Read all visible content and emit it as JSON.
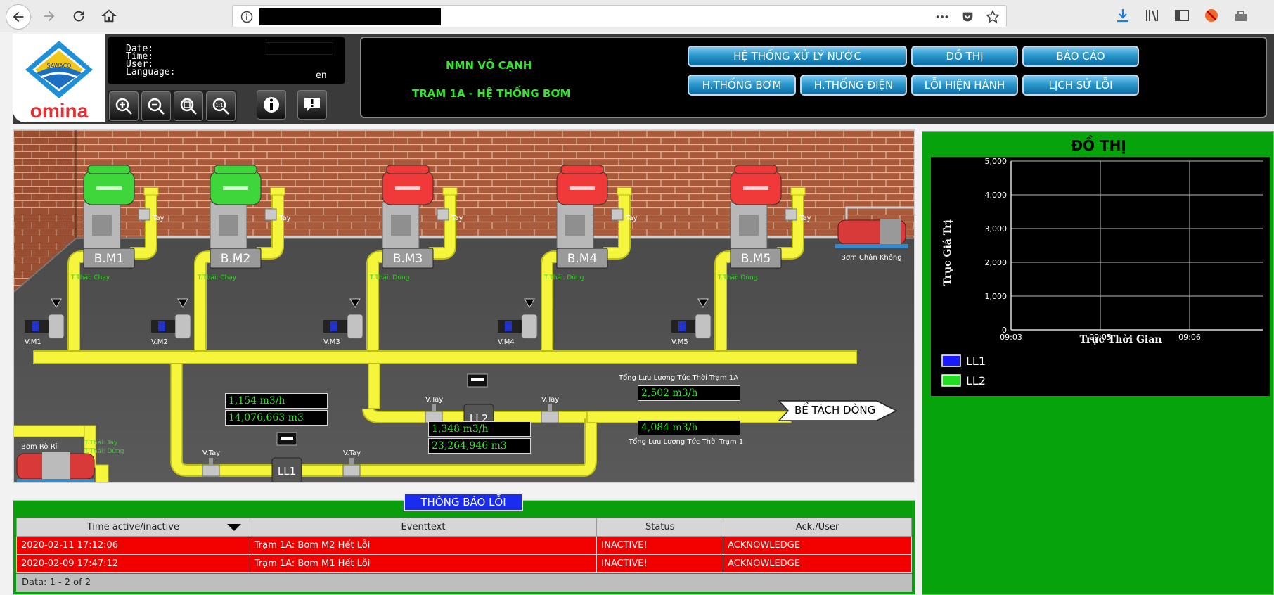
{
  "header": {
    "logo_text": "omina",
    "logo_badge": "SAWACO",
    "info": {
      "date_label": "Date:",
      "time_label": "Time:",
      "user_label": "User:",
      "language_label": "Language:",
      "language_value": "en"
    },
    "station_name": "NMN VÕ CẠNH",
    "station_sub": "TRẠM 1A - HỆ THỐNG BƠM",
    "nav": {
      "water_system": "HỆ THỐNG XỬ LÝ NƯỚC",
      "chart": "ĐỒ THỊ",
      "report": "BÁO CÁO",
      "pump_system": "H.THỐNG BƠM",
      "power_system": "H.THỐNG ĐIỆN",
      "current_errors": "LỖI HIỆN HÀNH",
      "error_history": "LỊCH SỬ LỖI"
    }
  },
  "process": {
    "pumps": [
      {
        "label": "B.M1",
        "status": "T.Thái: Chạy",
        "valve": "V.M1",
        "tay": "Tay",
        "color": "#3ed63a"
      },
      {
        "label": "B.M2",
        "status": "T.Thái: Chạy",
        "valve": "V.M2",
        "tay": "Tay",
        "color": "#3ed63a"
      },
      {
        "label": "B.M3",
        "status": "T.Thái: Dừng",
        "valve": "V.M3",
        "tay": "Tay",
        "color": "#f03a3a"
      },
      {
        "label": "B.M4",
        "status": "T.Thái: Dừng",
        "valve": "V.M4",
        "tay": "Tay",
        "color": "#f03a3a"
      },
      {
        "label": "B.M5",
        "status": "T.Thái: Dừng",
        "valve": "V.M5",
        "tay": "Tay",
        "color": "#f03a3a"
      }
    ],
    "vacuum_pump": "Bơm Chân Không",
    "leak_pump": "Bơm Rò Rỉ",
    "leak_status_1": "T.Thái: Tay",
    "leak_status_2": "T.Thái: Dừng",
    "vtay_labels": [
      "V.Tay",
      "V.Tay",
      "V.Tay",
      "V.Tay"
    ],
    "ll1": {
      "label": "LL1",
      "flow": "1,154 m3/h",
      "total": "14,076,663 m3"
    },
    "ll2": {
      "label": "LL2",
      "flow": "1,348 m3/h",
      "total": "23,264,946 m3"
    },
    "station_1a_caption": "Tổng Lưu Lượng Tức Thời Trạm 1A",
    "station_1a_value": "2,502 m3/h",
    "station_1_caption": "Tổng Lưu Lượng Tức Thời Trạm 1",
    "station_1_value": "4,084 m3/h",
    "tank": "BỂ TÁCH DÒNG"
  },
  "chart": {
    "title": "ĐỒ THỊ",
    "legend": [
      {
        "name": "LL1",
        "color": "#1a1aff"
      },
      {
        "name": "LL2",
        "color": "#22dd22"
      }
    ]
  },
  "chart_data": {
    "type": "line",
    "ylabel": "Trục Giá Trị",
    "xlabel": "Trục Thời Gian",
    "ylim": [
      0,
      5000
    ],
    "y_ticks": [
      "5,000",
      "4,000",
      "3,000",
      "2,000",
      "1,000",
      "0"
    ],
    "y_tick_values": [
      5000,
      4000,
      3000,
      2000,
      1000,
      0
    ],
    "x_ticks": [
      "09:03",
      "09:05",
      "09:06"
    ],
    "grid": true,
    "legend_position": "bottom-left",
    "series": [
      {
        "name": "LL1",
        "values": []
      },
      {
        "name": "LL2",
        "values": []
      }
    ]
  },
  "alarms": {
    "title": "THÔNG BÁO LỖI",
    "columns": [
      "Time active/inactive",
      "Eventtext",
      "Status",
      "Ack./User"
    ],
    "rows": [
      {
        "time": "2020-02-11 17:12:06",
        "event": "Trạm 1A: Bơm M2 Hết Lỗi",
        "status": "INACTIVE!",
        "ack": "ACKNOWLEDGE"
      },
      {
        "time": "2020-02-09 17:47:12",
        "event": "Trạm 1A: Bơm M1 Hết Lỗi",
        "status": "INACTIVE!",
        "ack": "ACKNOWLEDGE"
      }
    ],
    "footer": "Data: 1 - 2 of 2"
  }
}
